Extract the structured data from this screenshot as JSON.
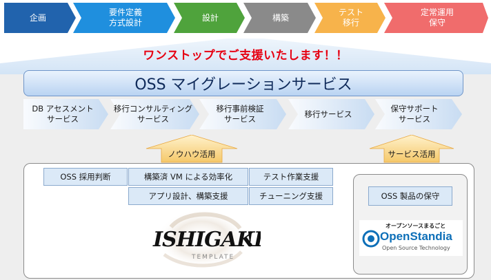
{
  "phases": [
    {
      "label": "企画",
      "color": "#2163ad"
    },
    {
      "label": "要件定義\n方式設計",
      "color": "#1f8fde"
    },
    {
      "label": "設計",
      "color": "#4fa33c"
    },
    {
      "label": "構築",
      "color": "#8a8a8a"
    },
    {
      "label": "テスト\n移行",
      "color": "#f7b34b"
    },
    {
      "label": "定常運用\n保守",
      "color": "#f06c6c"
    }
  ],
  "tagline": "ワンストップでご支援いたします！！",
  "banner_title": "OSS マイグレーションサービス",
  "steps": [
    "DB アセスメント\nサービス",
    "移行コンサルティング\nサービス",
    "移行事前検証\nサービス",
    "移行サービス",
    "保守サポート\nサービス"
  ],
  "arrows": {
    "knowhow": "ノウハウ活用",
    "service": "サービス活用"
  },
  "left_panel": {
    "items": [
      "OSS 採用判断",
      "構築済 VM による効率化",
      "テスト作業支援",
      "アプリ設計、構築支援",
      "チューニング支援"
    ],
    "logo": {
      "text": "ISHIGAKI",
      "subtext": "TEMPLATE",
      "mark": "!"
    }
  },
  "right_panel": {
    "item": "OSS 製品の保守",
    "logo": {
      "tagline": "オープンソースまるごと",
      "name": "OpenStandia",
      "subtitle": "Open Source Technology",
      "color": "#0d6fb8"
    }
  }
}
